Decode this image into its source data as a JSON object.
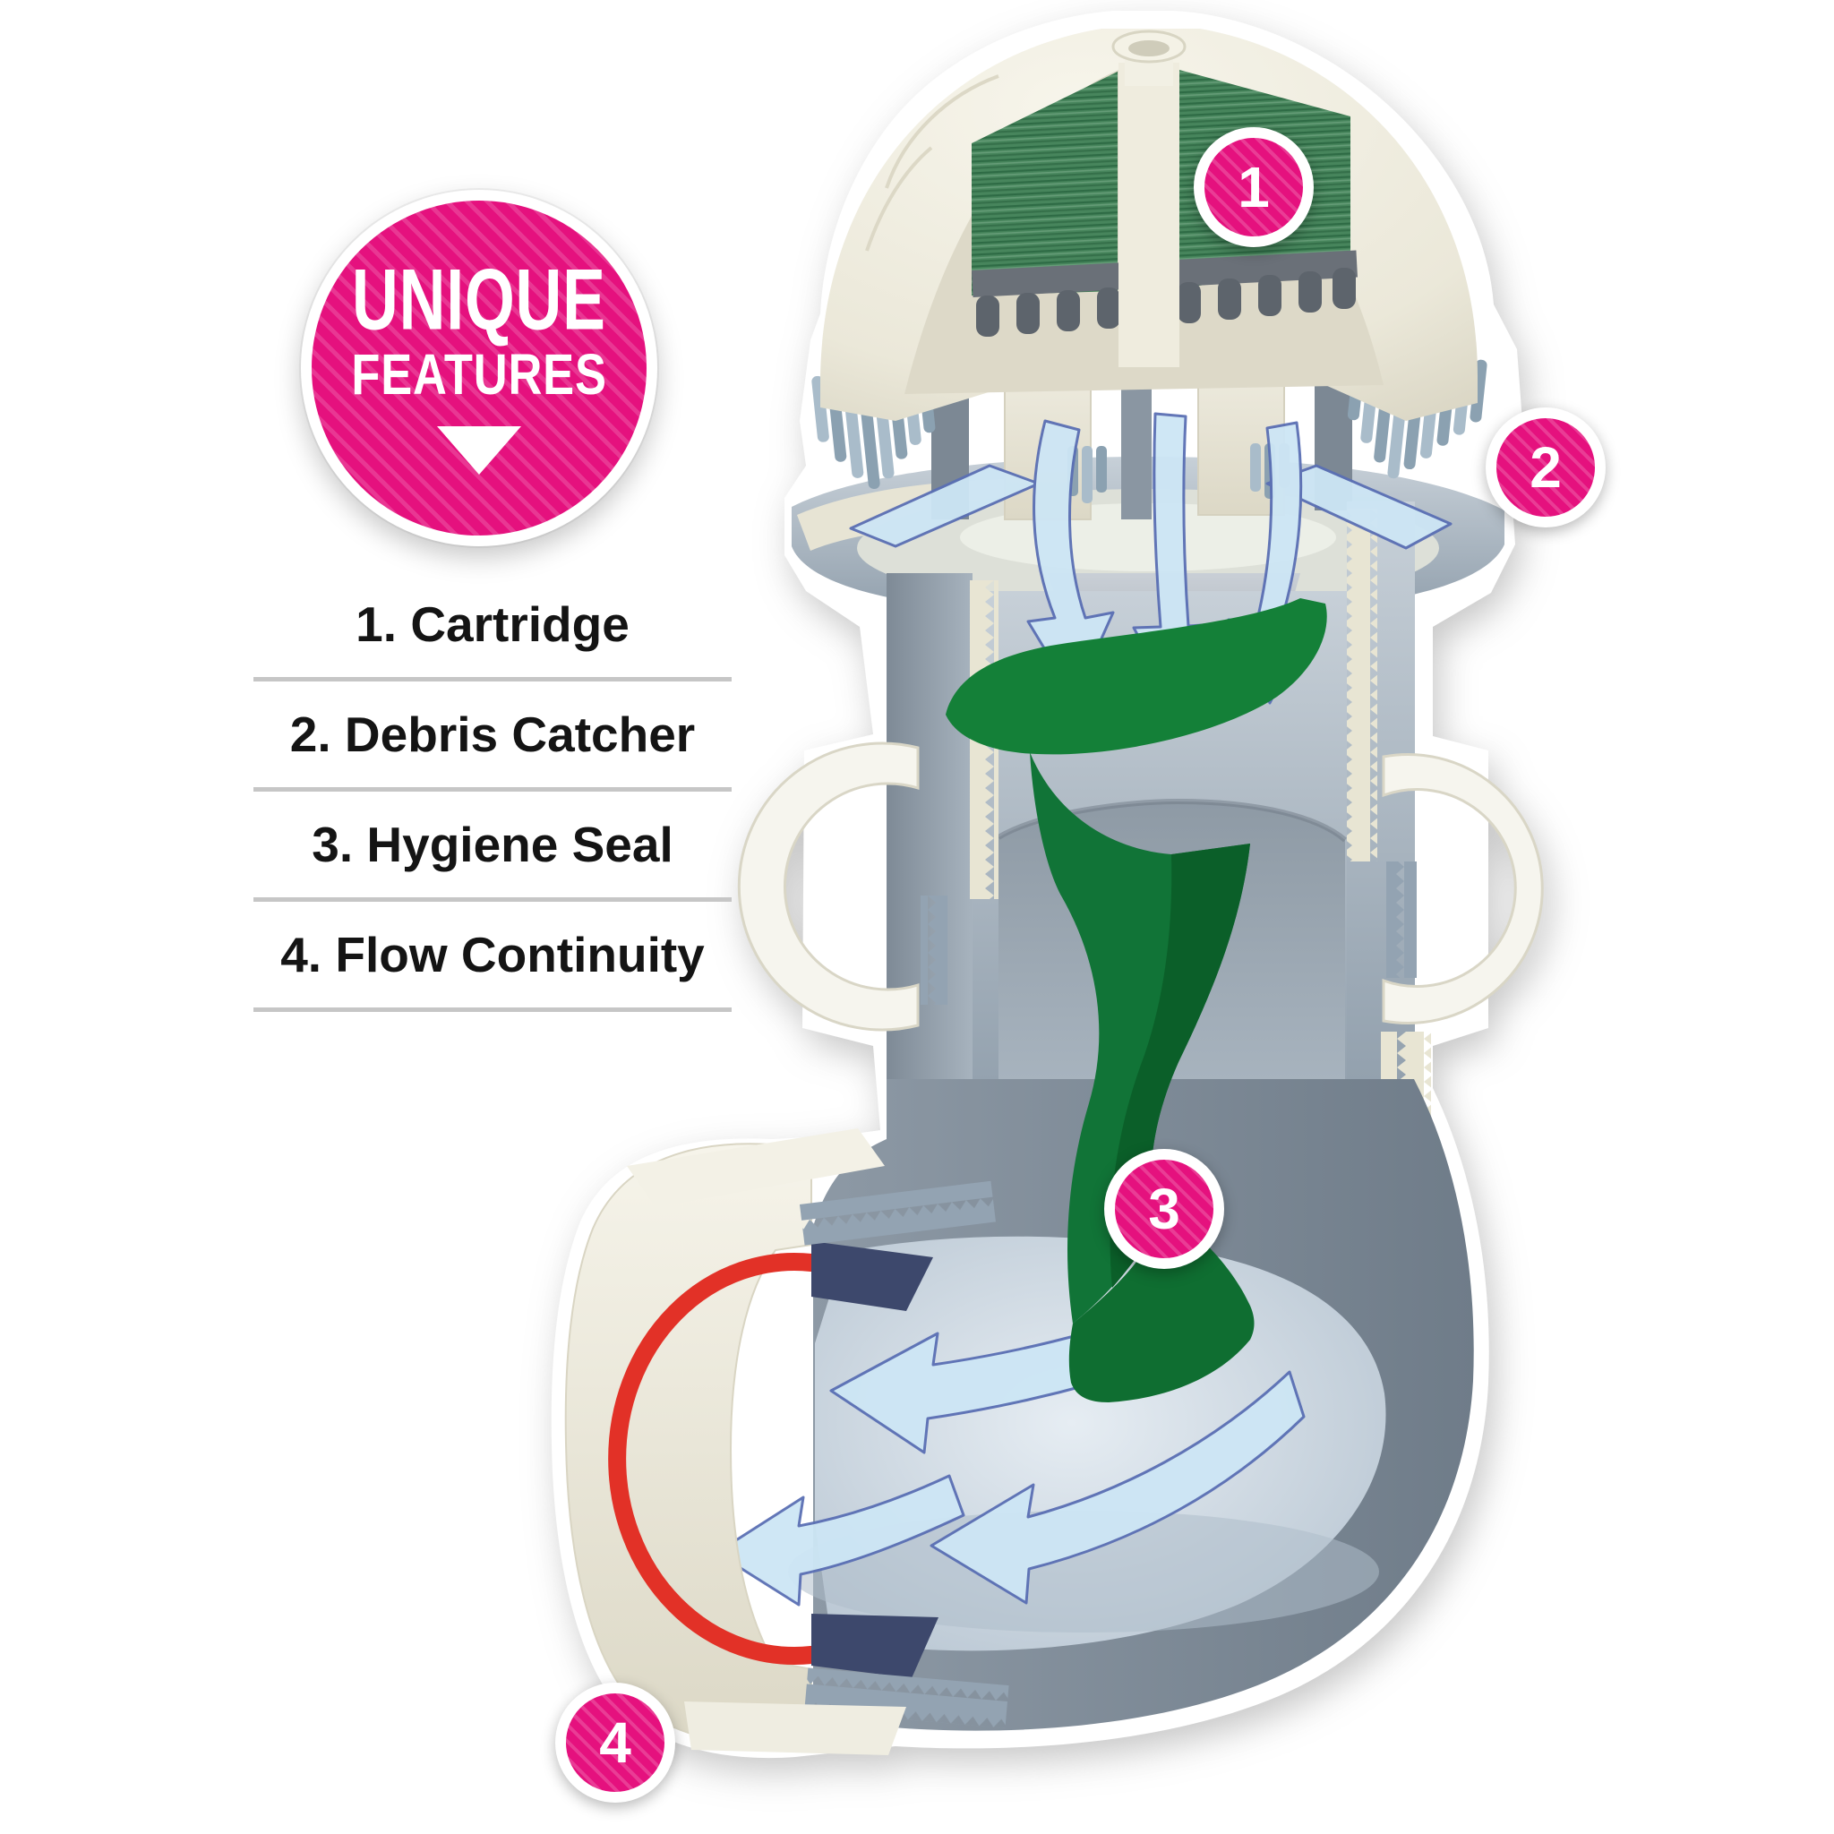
{
  "badge": {
    "line1": "UNIQUE",
    "line2": "FEATURES"
  },
  "features": [
    {
      "label": "1. Cartridge"
    },
    {
      "label": "2. Debris Catcher"
    },
    {
      "label": "3. Hygiene Seal"
    },
    {
      "label": "4. Flow Continuity"
    }
  ],
  "callouts": [
    {
      "value": "1"
    },
    {
      "value": "2"
    },
    {
      "value": "3"
    },
    {
      "value": "4"
    }
  ],
  "colors": {
    "accent_pink": "#e5117e",
    "cream_shell": "#edebdd",
    "steel_light": "#c7d0d8",
    "steel_mid": "#9fadba",
    "steel_dark": "#77838f",
    "cartridge_green": "#47855c",
    "hygiene_seal_green": "#117437",
    "flow_arrow_blue": "#cde6f5",
    "flow_arrow_outline": "#5a6fb4",
    "o_ring_red": "#e23127",
    "retainer_navy": "#3d486c"
  }
}
